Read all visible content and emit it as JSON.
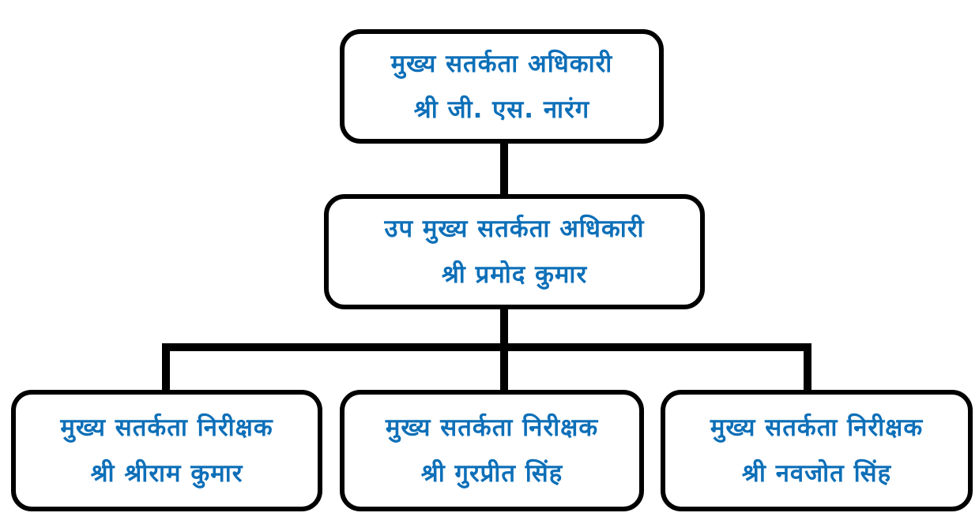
{
  "colors": {
    "text": "#0d6fb8",
    "border": "#000000",
    "background": "#ffffff"
  },
  "chart": {
    "top": {
      "title": "मुख्य सतर्कता अधिकारी",
      "name": "श्री जी. एस. नारंग"
    },
    "deputy": {
      "title": "उप मुख्य सतर्कता अधिकारी",
      "name": "श्री प्रमोद कुमार"
    },
    "inspectors": [
      {
        "title": "मुख्य सतर्कता निरीक्षक",
        "name": "श्री श्रीराम कुमार"
      },
      {
        "title": "मुख्य सतर्कता निरीक्षक",
        "name": "श्री गुरप्रीत सिंह"
      },
      {
        "title": "मुख्य सतर्कता निरीक्षक",
        "name": "श्री नवजोत सिंह"
      }
    ]
  }
}
